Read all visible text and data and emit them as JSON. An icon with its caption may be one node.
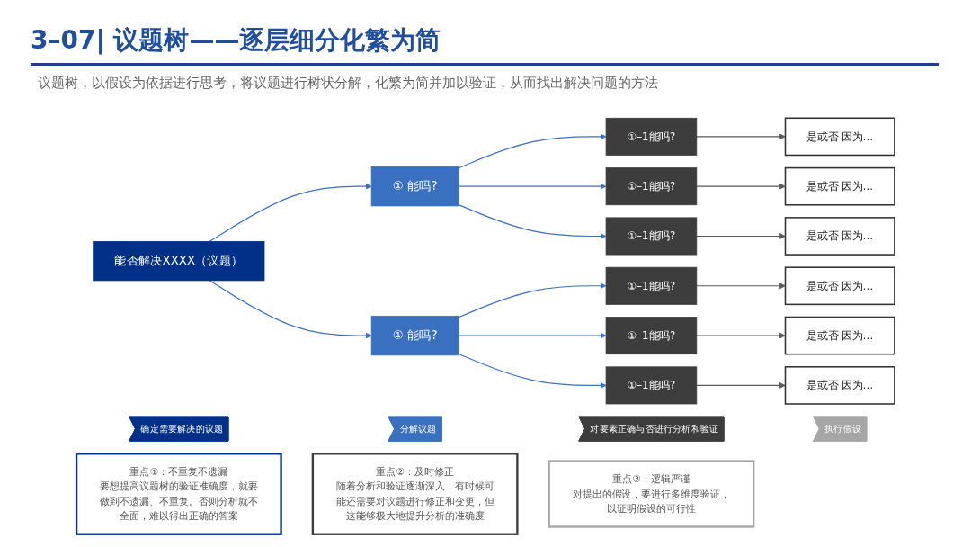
{
  "diagram": {
    "title": "3–07| 议题树——逐层细分化繁为简",
    "nodes": [
      {
        "text": [
          "能否解决XXXX（议题）"
        ]
      },
      {
        "text": [
          "① 能吗?"
        ]
      },
      {
        "text": [
          "① 能吗?"
        ]
      },
      {
        "text": [
          "①–1能吗?"
        ]
      },
      {
        "text": [
          "①–1能吗?"
        ]
      },
      {
        "text": [
          "①–1能吗?"
        ]
      },
      {
        "text": [
          "①–1能吗?"
        ]
      },
      {
        "text": [
          "①–1能吗?"
        ]
      },
      {
        "text": [
          "①–1能吗?"
        ]
      },
      {
        "text": [
          "是或否 因为…"
        ]
      },
      {
        "text": [
          "是或否 因为…"
        ]
      },
      {
        "text": [
          "是或否 因为…"
        ]
      },
      {
        "text": [
          "是或否 因为…"
        ]
      },
      {
        "text": [
          "是或否 因为…"
        ]
      },
      {
        "text": [
          "是或否 因为…"
        ]
      },
      {
        "text": [
          "确定需要解决的议题"
        ]
      },
      {
        "text": [
          "分解议题"
        ]
      },
      {
        "text": [
          "对要素正确与否进行分析和验证"
        ]
      },
      {
        "text": [
          "执行假设"
        ]
      },
      {
        "text": [
          "重点①：不重复不遗漏",
          "要想提高议题树的验证准确度，就要做到不遗漏、不重复。否则分析就不全面，难以得出正确的答案"
        ]
      },
      {
        "text": [
          "重点②：及时修正",
          "随着分析和验证逐渐深入，有时候可能还需要对议题进行修正和变更，但这能够极大地提升分析的准确度"
        ]
      },
      {
        "text": [
          "重点③：逻辑严谨",
          "对提出的假设，要进行多维度验证，以证明假设的可行性"
        ]
      }
    ],
    "edges": [
      {
        "from": 0,
        "to": 1,
        "arrow": "to"
      },
      {
        "from": 0,
        "to": 2,
        "arrow": "to"
      },
      {
        "from": 1,
        "to": 3,
        "arrow": "to"
      },
      {
        "from": 1,
        "to": 4,
        "arrow": "to"
      },
      {
        "from": 1,
        "to": 5,
        "arrow": "to"
      },
      {
        "from": 2,
        "to": 6,
        "arrow": "to"
      },
      {
        "from": 2,
        "to": 7,
        "arrow": "to"
      },
      {
        "from": 2,
        "to": 8,
        "arrow": "to"
      },
      {
        "from": 3,
        "to": 9,
        "arrow": "to",
        "color": "#595959"
      },
      {
        "from": 4,
        "to": 10,
        "arrow": "to",
        "color": "#595959"
      },
      {
        "from": 5,
        "to": 11,
        "arrow": "to",
        "color": "#595959"
      },
      {
        "from": 6,
        "to": 12,
        "arrow": "to",
        "color": "#595959"
      },
      {
        "from": 7,
        "to": 13,
        "arrow": "to",
        "color": "#595959"
      },
      {
        "from": 8,
        "to": 14,
        "arrow": "to",
        "color": "#595959"
      }
    ],
    "labels": [
      "议题树，以假设为依据进行思考，将议题进行树状分解，化繁为简并加以验证，从而找出解决问题的方法"
    ]
  }
}
